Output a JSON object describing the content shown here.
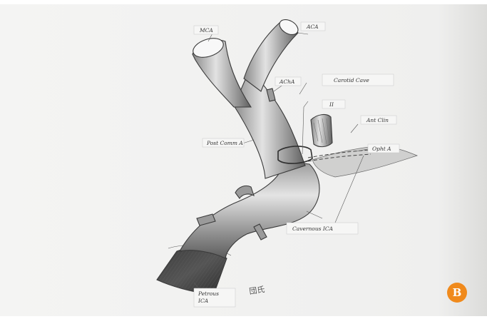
{
  "labels": {
    "mca": "MCA",
    "aca": "ACA",
    "acha": "AChA",
    "carotid_cave": "Carotid Cave",
    "optic_nerve": "II",
    "ant_clin": "Ant Clin",
    "opht_a": "Opht A",
    "post_comm_a": "Post Comm A",
    "cavernous_ica": "Cavernous ICA",
    "petrous_ica_line1": "Petrous",
    "petrous_ica_line2": "ICA",
    "signature": "団氏"
  },
  "panel_badge": "B",
  "colors": {
    "paper": "#f3f3f2",
    "badge": "#f08a1c",
    "badge_text": "#ffffff",
    "pencil": "#3a3a3a"
  }
}
